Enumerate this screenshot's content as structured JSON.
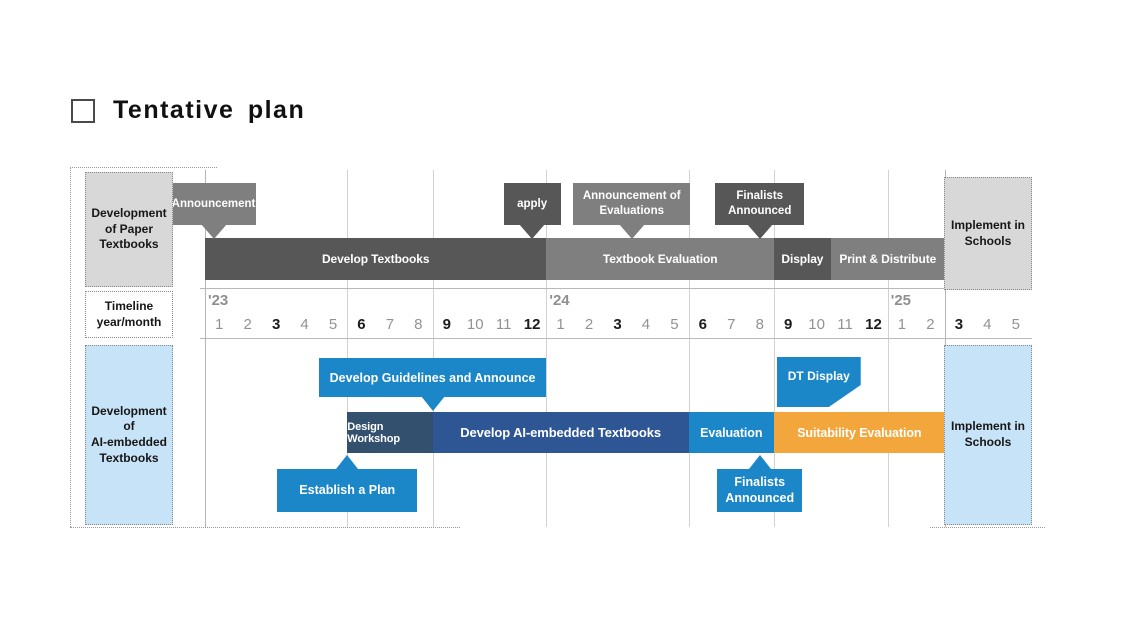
{
  "title": "Tentative plan",
  "colors": {
    "dark_gray": "#575757",
    "mid_gray": "#7f7f7f",
    "light_gray": "#d8d8d8",
    "light_blue": "#c7e3f7",
    "blue": "#1b86c8",
    "navy_dark": "#33506f",
    "navy": "#2e5695",
    "orange": "#f2a63b"
  },
  "timeline": {
    "label": "Timeline\nyear/month",
    "years": [
      {
        "label": "'23",
        "start": 0,
        "months": [
          1,
          2,
          3,
          4,
          5,
          6,
          7,
          8,
          9,
          10,
          11,
          12
        ]
      },
      {
        "label": "'24",
        "start": 12,
        "months": [
          1,
          2,
          3,
          4,
          5,
          6,
          7,
          8,
          9,
          10,
          11,
          12
        ]
      },
      {
        "label": "'25",
        "start": 24,
        "months": [
          1,
          2,
          3,
          4,
          5
        ]
      }
    ],
    "bold_months": [
      3,
      6,
      9,
      12
    ],
    "gridlines": [
      0,
      5,
      8,
      12,
      17,
      20,
      24,
      26
    ]
  },
  "paper_track": {
    "label": "Development\nof Paper\nTextbooks",
    "outcome_label": "Implement in\nSchools",
    "bars": [
      {
        "label": "Develop Textbooks",
        "start": 0,
        "end": 12,
        "color": "dark_gray"
      },
      {
        "label": "Textbook Evaluation",
        "start": 12,
        "end": 20,
        "color": "mid_gray"
      },
      {
        "label": "Display",
        "start": 20,
        "end": 22,
        "color": "dark_gray"
      },
      {
        "label": "Print & Distribute",
        "start": 22,
        "end": 26,
        "color": "mid_gray"
      }
    ],
    "callouts": [
      {
        "label": "Announcement",
        "at": 0.3,
        "color": "mid_gray",
        "w": 84
      },
      {
        "label": "apply",
        "at": 11.5,
        "color": "dark_gray",
        "w": 57
      },
      {
        "label": "Announcement of\nEvaluations",
        "at": 15,
        "color": "mid_gray",
        "w": 117
      },
      {
        "label": "Finalists\nAnnounced",
        "at": 19.5,
        "color": "dark_gray",
        "w": 89
      }
    ]
  },
  "ai_track": {
    "label": "Development\nof\nAI-embedded\nTextbooks",
    "outcome_label": "Implement in\nSchools",
    "guideline_bar": {
      "label": "Develop Guidelines and Announce",
      "start": 4,
      "end": 12,
      "color": "blue",
      "pointer_at": 8
    },
    "dt_display": {
      "label": "DT Display",
      "start": 20.1,
      "end": 23.05,
      "color": "blue"
    },
    "bars": [
      {
        "label": "Design Workshop",
        "start": 5,
        "end": 8,
        "color": "navy_dark",
        "fs": 11
      },
      {
        "label": "Develop AI-embedded Textbooks",
        "start": 8,
        "end": 17,
        "color": "navy",
        "fs": 13
      },
      {
        "label": "Evaluation",
        "start": 17,
        "end": 20,
        "color": "blue",
        "fs": 12.5
      },
      {
        "label": "Suitability Evaluation",
        "start": 20,
        "end": 26,
        "color": "orange",
        "fs": 12.5
      }
    ],
    "callouts": [
      {
        "label": "Establish a Plan",
        "at": 5,
        "color": "blue",
        "w": 140
      },
      {
        "label": "Finalists\nAnnounced",
        "at": 19.5,
        "color": "blue",
        "w": 85
      }
    ]
  }
}
